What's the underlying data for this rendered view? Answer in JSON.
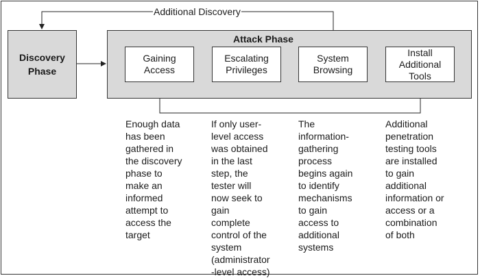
{
  "loop_label": "Additional Discovery",
  "discovery_phase": "Discovery\nPhase",
  "attack_phase": {
    "title": "Attack Phase",
    "steps": [
      {
        "label": "Gaining\nAccess"
      },
      {
        "label": "Escalating\nPrivileges"
      },
      {
        "label": "System\nBrowsing"
      },
      {
        "label": "Install\nAdditional\nTools"
      }
    ]
  },
  "descriptions": [
    "Enough data\nhas been\ngathered in\nthe discovery\nphase to\nmake an\ninformed\nattempt to\naccess the\ntarget",
    "If only user-\nlevel access\nwas obtained\nin the last\nstep, the\ntester will\nnow seek to\ngain\ncomplete\ncontrol of the\nsystem\n(administrator\n-level access)",
    "The\ninformation-\ngathering\nprocess\nbegins again\nto identify\nmechanisms\nto gain\naccess to\nadditional\nsystems",
    "Additional\npenetration\ntesting tools\nare installed\nto gain\nadditional\ninformation or\naccess or a\ncombination\nof both"
  ]
}
